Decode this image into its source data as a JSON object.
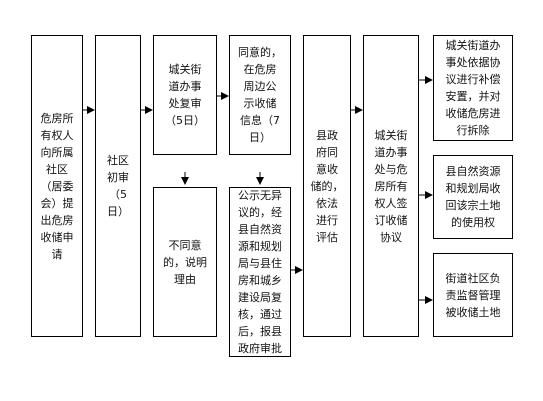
{
  "flowchart": {
    "step1": "危房所\n有权人\n向所属\n社区\n（居委\n会）提\n出危房\n收储申\n请",
    "step2": "社区\n初审\n（5\n日）",
    "step3": "城关街\n道办事\n处复审\n（5日）",
    "step3_reject": "不同意\n的，说明\n理由",
    "step4": "同意的，\n在危房\n周边公\n示收储\n信息（7\n日）",
    "step4_next": "公示无异\n议的，经\n县自然资\n源和规划\n局与县住\n房和城乡\n建设局复\n核，通过\n后，报县\n政府审批",
    "step5": "县政\n府同\n意收\n储的，\n依法\n进行\n评估",
    "step6": "城关街\n道办事\n处与危\n房所有\n权人签\n订收储\n协议",
    "result1": "城关街道办\n事处依据协\n议进行补偿\n安置，并对\n收储危房进\n行拆除",
    "result2": "县自然资源\n和规划局收\n回该宗土地\n的使用权",
    "result3": "街道社区负\n责监督管理\n被收储土地"
  }
}
